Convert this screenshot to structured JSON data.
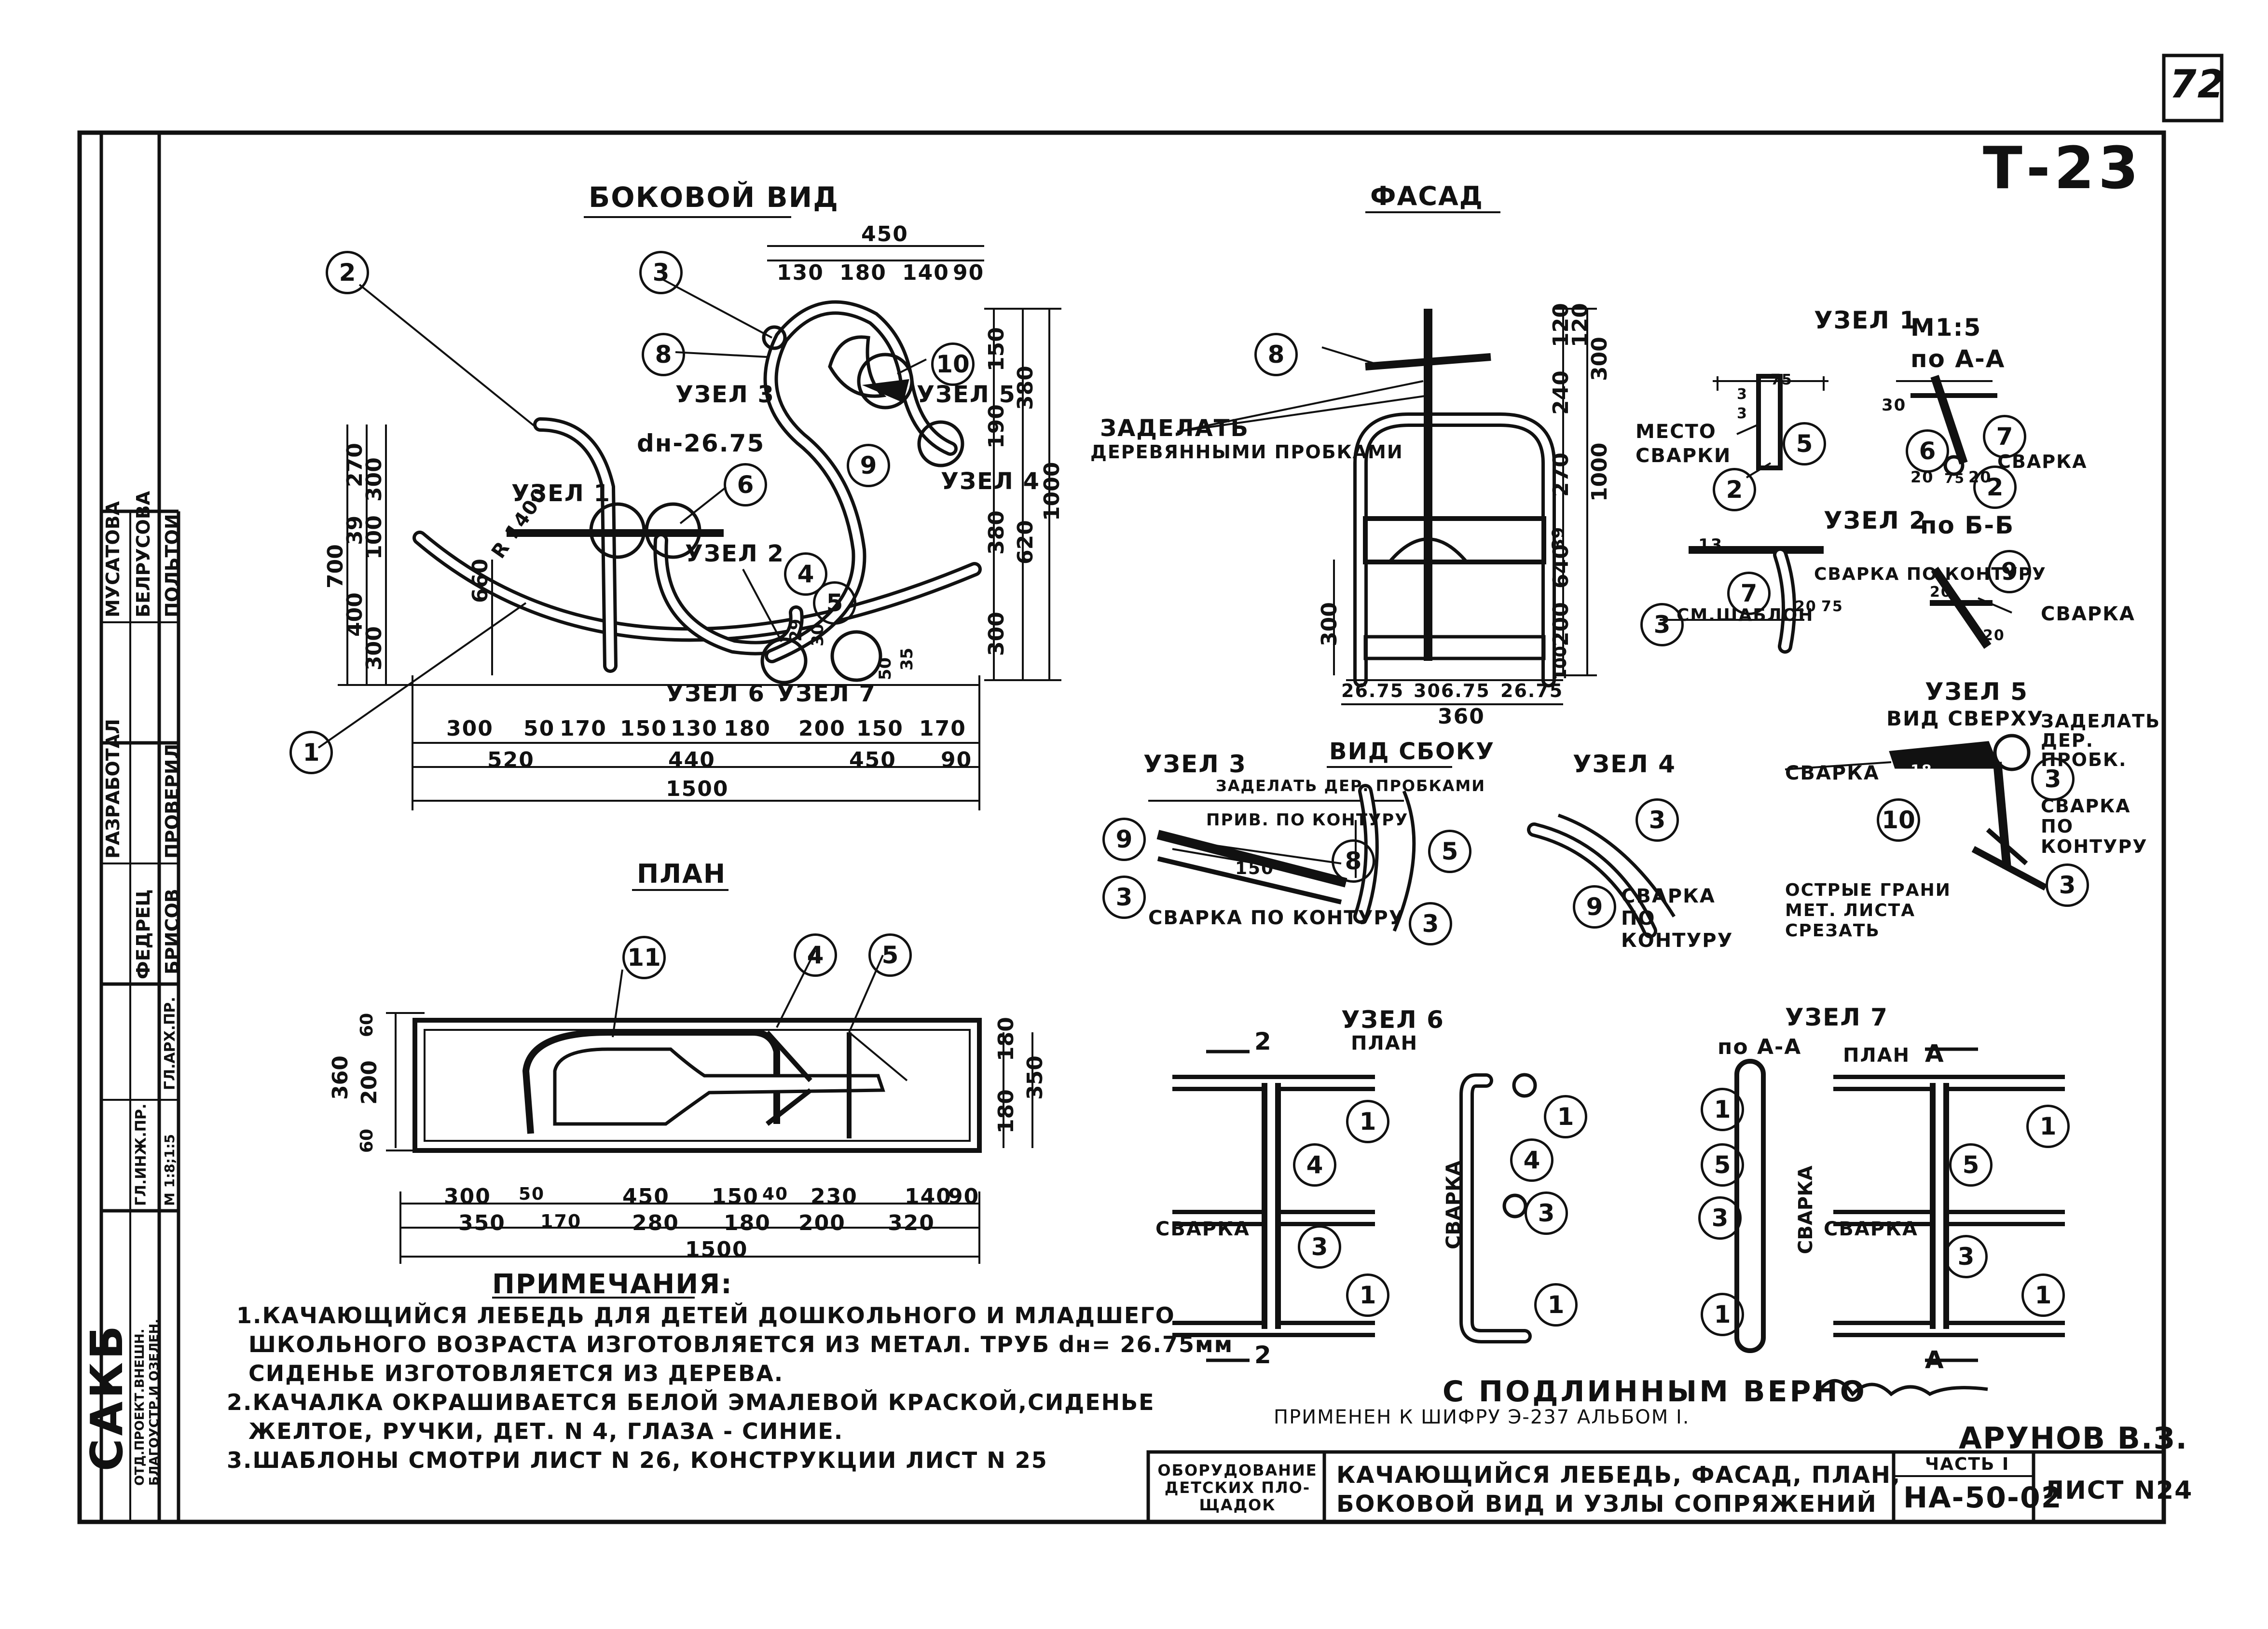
{
  "sheet": {
    "corner_number": "72",
    "drawing_code": "Т-23",
    "certified_stamp": "С ПОДЛИННЫМ ВЕРНО",
    "reference": "ПРИМЕНЕН К ШИФРУ Э-237 АЛЬБОМ I.",
    "signer": "АРУНОВ В.З."
  },
  "title_block": {
    "category": "ОБОРУДОВАНИЕ ДЕТСКИХ ПЛО-ЩАДОК",
    "title_line1": "КАЧАЮЩИЙСЯ ЛЕБЕДЬ, ФАСАД, ПЛАН,",
    "title_line2": "БОКОВОЙ ВИД И УЗЛЫ СОПРЯЖЕНИЙ",
    "part": "ЧАСТЬ I",
    "code": "НА-50-02",
    "sheet_no": "ЛИСТ N24"
  },
  "side_stamp": {
    "org": "САКБ",
    "role1": "ОТД.ПРОЕКТ.ВНЕШН. БЛАГОУСТР.И ОЗЕЛЕН.",
    "scale": "М 1:8;1:5",
    "role2": "ГЛ.ИНЖ.ПР.",
    "role3": "ГЛ.АРХ.ПР.",
    "name1": "ФЕДРЕЦ",
    "name2": "БРИСОВ",
    "role4": "РАЗРАБОТАЛ",
    "role5": "ПРОВЕРИЛ",
    "name3": "МУСАТОВА",
    "name4": "БЕЛРУСОВА",
    "name5": "ПОЛЬТОИ"
  },
  "views": {
    "side": "БОКОВОЙ ВИД",
    "facade": "ФАСАД",
    "plan": "ПЛАН",
    "side_small": "ВИД СБОКУ"
  },
  "nodes": {
    "n1": "УЗЕЛ 1",
    "n1_scale": "М1:5",
    "n1_section": "по А-А",
    "n2": "УЗЕЛ 2",
    "n2_section": "по Б-Б",
    "n3": "УЗЕЛ 3",
    "n4": "УЗЕЛ 4",
    "n5": "УЗЕЛ 5",
    "n5_top": "ВИД СВЕРХУ",
    "n6": "УЗЕЛ 6",
    "n6_plan": "ПЛАН",
    "n7": "УЗЕЛ 7",
    "n7_section": "по А-А",
    "n7_plan": "ПЛАН"
  },
  "callouts": {
    "dn": "dн-26.75",
    "radius": "R 1400",
    "seal": "ЗАДЕЛАТЬ",
    "seal2": "ДЕРЕВЯННЫМИ ПРОБКАМИ",
    "weld_place": "МЕСТО СВАРКИ",
    "weld": "СВАРКА",
    "weld_contour": "СВАРКА ПО КОНТУРУ",
    "see_template": "СМ.ШАБЛОН",
    "seal_wood": "ЗАДЕЛАТЬ ДЕР. ПРОБКАМИ",
    "weld_contour_short": "ПРИВ. ПО КОНТУРУ",
    "seal_dp": "ЗАДЕЛАТЬ ДЕР. ПРОБК.",
    "sharp_edges": "ОСТРЫЕ ГРАНИ МЕТ. ЛИСТА СРЕЗАТЬ",
    "weld_vertical": "СВАРКА"
  },
  "side_dims": {
    "top": [
      "450"
    ],
    "top_parts": [
      "130",
      "180",
      "140",
      "90"
    ],
    "right": [
      "150",
      "190",
      "380",
      "300",
      "1000",
      "620",
      "380"
    ],
    "left": [
      "700",
      "400",
      "300",
      "270",
      "300",
      "39",
      "100",
      "660"
    ],
    "bottom1": [
      "300",
      "50",
      "170",
      "150",
      "130",
      "180",
      "200",
      "150",
      "170"
    ],
    "bottom2": [
      "520",
      "440",
      "450",
      "90"
    ],
    "bottom3": [
      "1500"
    ],
    "small": [
      "29",
      "30",
      "50",
      "35"
    ]
  },
  "facade_dims": {
    "right": [
      "120",
      "120",
      "300",
      "240",
      "270",
      "1000",
      "640",
      "200",
      "39",
      "100"
    ],
    "left": [
      "300"
    ],
    "bottom1": [
      "26.75",
      "306.75",
      "26.75"
    ],
    "bottom2": [
      "360"
    ]
  },
  "plan_dims": {
    "left": [
      "360",
      "60",
      "200",
      "60"
    ],
    "right": [
      "180",
      "350",
      "180"
    ],
    "bottom1": [
      "300",
      "50",
      "450",
      "150",
      "40",
      "230",
      "140",
      "90"
    ],
    "bottom2": [
      "350",
      "170",
      "280",
      "180",
      "200",
      "320"
    ],
    "bottom3": [
      "1500"
    ]
  },
  "node_dims": {
    "n1": [
      "75",
      "3",
      "3",
      "30",
      "20",
      "75",
      "20"
    ],
    "n2": [
      "13",
      "20",
      "75",
      "20",
      "20"
    ],
    "n3": [
      "150"
    ],
    "n5": [
      "18"
    ]
  },
  "parts": [
    "1",
    "2",
    "3",
    "4",
    "5",
    "6",
    "7",
    "8",
    "9",
    "10",
    "11"
  ],
  "notes": {
    "heading": "ПРИМЕЧАНИЯ:",
    "n1a": "1.КАЧАЮЩИЙСЯ ЛЕБЕДЬ ДЛЯ ДЕТЕЙ ДОШКОЛЬНОГО И МЛАДШЕГО",
    "n1b": "ШКОЛЬНОГО ВОЗРАСТА ИЗГОТОВЛЯЕТСЯ ИЗ МЕТАЛ. ТРУБ dн= 26.75мм",
    "n1c": "СИДЕНЬЕ ИЗГОТОВЛЯЕТСЯ ИЗ ДЕРЕВА.",
    "n2a": "2.КАЧАЛКА ОКРАШИВАЕТСЯ БЕЛОЙ ЭМАЛЕВОЙ КРАСКОЙ,СИДЕНЬЕ",
    "n2b": "ЖЕЛТОЕ, РУЧКИ, ДЕТ. N 4, ГЛАЗА - СИНИЕ.",
    "n3": "3.ШАБЛОНЫ СМОТРИ ЛИСТ N 26, КОНСТРУКЦИИ ЛИСТ N 25"
  },
  "cuts": {
    "a": "А",
    "n2": "2"
  }
}
